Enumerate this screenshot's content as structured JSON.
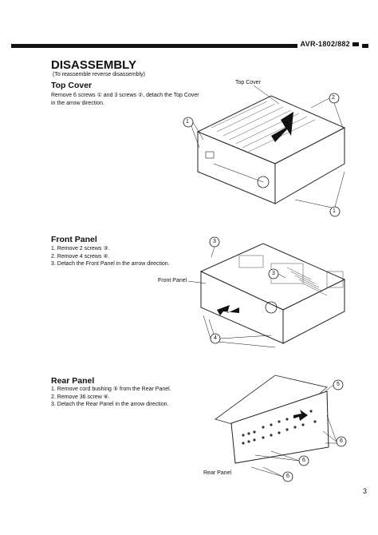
{
  "header": {
    "model": "AVR-1802/882"
  },
  "title": "DISASSEMBLY",
  "note": "(To reassemble reverse disassembly)",
  "sections": [
    {
      "heading": "Top Cover",
      "lines": [
        "Remove 6 screws ① and 3 screws ②, detach the Top Cover",
        "in the arrow direction."
      ],
      "callout": "Top Cover",
      "markers": [
        "1",
        "2"
      ]
    },
    {
      "heading": "Front Panel",
      "lines": [
        "1.  Remove 2 screws ③.",
        "2.  Remove 4 screws ④.",
        "3.  Detach the Front Panel in the arrow direction."
      ],
      "callout": "Front Panel",
      "markers": [
        "3",
        "4"
      ]
    },
    {
      "heading": "Rear Panel",
      "lines": [
        "1.  Remove cord bushing ⑤ from the Rear Panel.",
        "2.  Remove 36 screw ⑥.",
        "3.  Detach the Rear Panel in the arrow direction."
      ],
      "callout": "Rear Panel",
      "markers": [
        "5",
        "6"
      ]
    }
  ],
  "page_number": "3"
}
